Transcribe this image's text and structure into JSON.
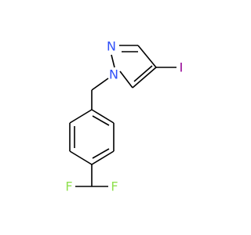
{
  "atoms": {
    "n1": {
      "label": "N",
      "color": "#3050F8"
    },
    "n2": {
      "label": "N",
      "color": "#3050F8"
    },
    "i": {
      "label": "I",
      "color": "#940094"
    },
    "f1": {
      "label": "F",
      "color": "#90E050"
    },
    "f2": {
      "label": "F",
      "color": "#90E050"
    }
  },
  "colors": {
    "bond": "#000000",
    "background": "#ffffff"
  }
}
